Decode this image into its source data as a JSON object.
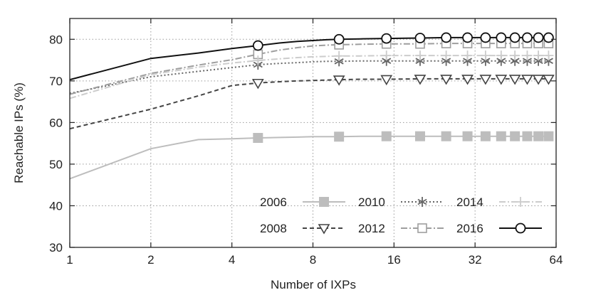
{
  "chart_data": {
    "type": "line",
    "xlabel": "Number of IXPs",
    "ylabel": "Reachable IPs (%)",
    "x_scale": "log2",
    "xlim": [
      1,
      64
    ],
    "ylim": [
      30,
      85
    ],
    "xticks": [
      1,
      2,
      4,
      8,
      16,
      32,
      64
    ],
    "xtick_labels": [
      "1",
      "2",
      "4",
      "8",
      "16",
      "32",
      "64"
    ],
    "yticks": [
      30,
      40,
      50,
      60,
      70,
      80
    ],
    "ytick_labels": [
      "30",
      "40",
      "50",
      "60",
      "70",
      "80"
    ],
    "grid": true,
    "legend_position": "bottom-right",
    "x": [
      1,
      2,
      3,
      4,
      5,
      6,
      7,
      8,
      9,
      10,
      12,
      15,
      20,
      25,
      30,
      35,
      40,
      45,
      50,
      55,
      60
    ],
    "marker_x": [
      5,
      10,
      15,
      20,
      25,
      30,
      35,
      40,
      45,
      50,
      55,
      60
    ],
    "series": [
      {
        "name": "2006",
        "color": "#bdbdbd",
        "dash": "solid",
        "marker": "filled-square",
        "values": [
          46.5,
          53.7,
          55.9,
          56.1,
          56.3,
          56.4,
          56.5,
          56.6,
          56.6,
          56.6,
          56.7,
          56.7,
          56.7,
          56.7,
          56.7,
          56.7,
          56.7,
          56.7,
          56.7,
          56.7,
          56.7
        ]
      },
      {
        "name": "2008",
        "color": "#444444",
        "dash": "dashed",
        "marker": "triangle-down",
        "values": [
          58.5,
          63.2,
          66.4,
          68.9,
          69.5,
          69.8,
          70.0,
          70.1,
          70.2,
          70.3,
          70.4,
          70.4,
          70.5,
          70.5,
          70.5,
          70.5,
          70.5,
          70.5,
          70.5,
          70.5,
          70.5
        ]
      },
      {
        "name": "2010",
        "color": "#666666",
        "dash": "dotted",
        "marker": "asterisk",
        "values": [
          67.0,
          71.0,
          72.3,
          73.2,
          73.9,
          74.2,
          74.4,
          74.6,
          74.7,
          74.7,
          74.8,
          74.8,
          74.8,
          74.8,
          74.8,
          74.8,
          74.8,
          74.8,
          74.8,
          74.8,
          74.8
        ]
      },
      {
        "name": "2012",
        "color": "#9e9e9e",
        "dash": "dashdot",
        "marker": "open-square",
        "values": [
          66.8,
          71.8,
          73.8,
          75.1,
          76.4,
          77.4,
          78.0,
          78.4,
          78.6,
          78.7,
          78.8,
          78.9,
          78.9,
          79.0,
          79.0,
          79.0,
          79.0,
          79.0,
          79.0,
          79.0,
          79.0
        ]
      },
      {
        "name": "2014",
        "color": "#cccccc",
        "dash": "dashdot",
        "marker": "plus",
        "values": [
          65.8,
          71.5,
          73.3,
          74.3,
          74.9,
          75.3,
          75.6,
          75.8,
          75.9,
          76.0,
          76.0,
          76.1,
          76.1,
          76.1,
          76.1,
          76.1,
          76.1,
          76.1,
          76.1,
          76.1,
          76.1
        ]
      },
      {
        "name": "2016",
        "color": "#111111",
        "dash": "solid",
        "marker": "open-circle",
        "values": [
          70.3,
          75.4,
          76.7,
          77.8,
          78.5,
          79.1,
          79.5,
          79.7,
          79.9,
          80.0,
          80.1,
          80.2,
          80.3,
          80.4,
          80.4,
          80.4,
          80.4,
          80.4,
          80.4,
          80.4,
          80.4
        ]
      }
    ],
    "legend_layout": [
      [
        "2006",
        "2010",
        "2014"
      ],
      [
        "2008",
        "2012",
        "2016"
      ]
    ]
  }
}
